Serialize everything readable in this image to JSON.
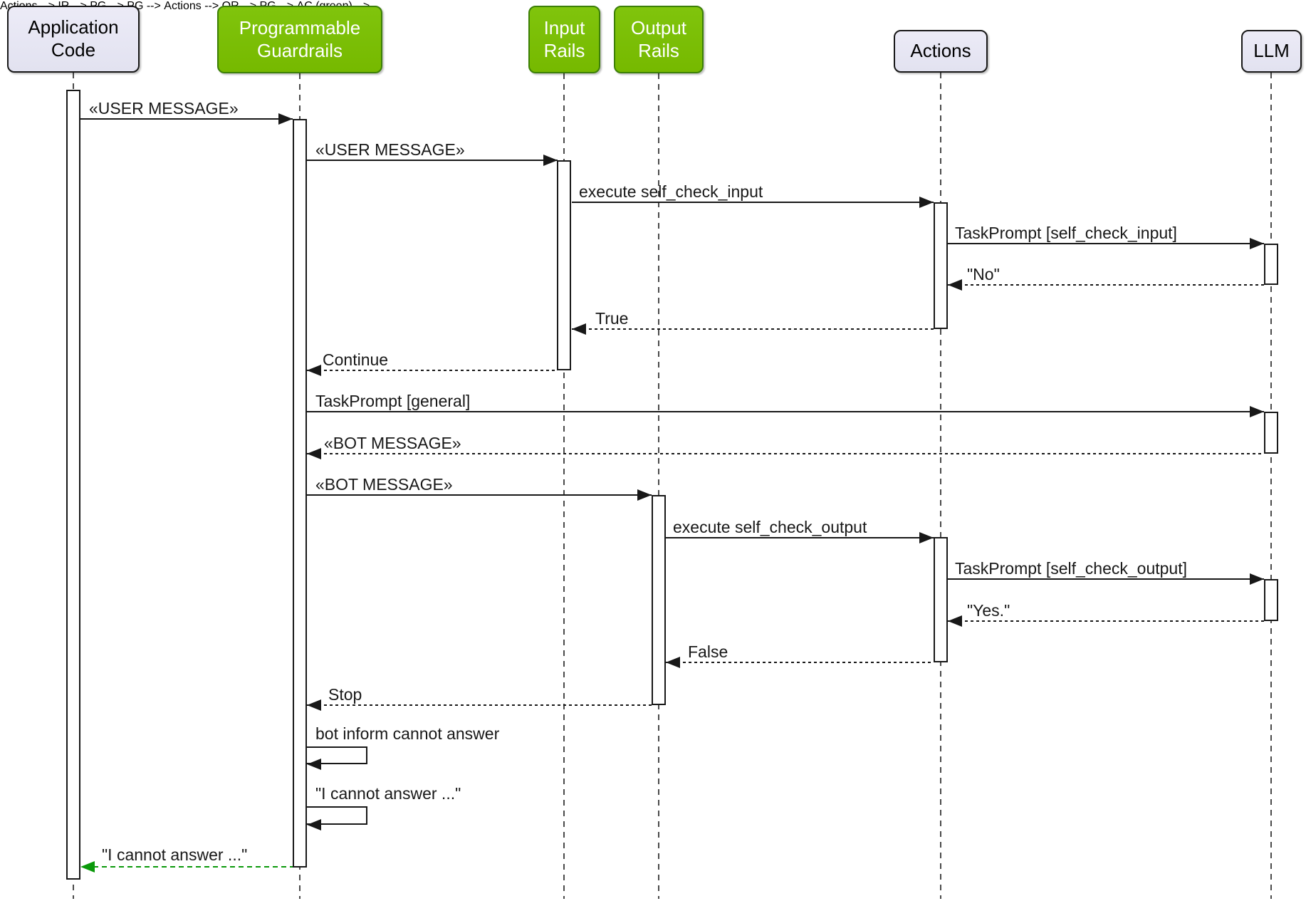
{
  "colors": {
    "participant_neutral_bg": "#e2e2f0",
    "participant_neutral_border": "#181818",
    "participant_green_bg": "#76b900",
    "participant_green_border": "#3c7f07",
    "line": "#181818",
    "lifeline": "#4a4a4a",
    "green_arrow": "#0a990a"
  },
  "participants": [
    {
      "id": "application-code",
      "label": "Application Code",
      "style": "neutral"
    },
    {
      "id": "programmable-guardrails",
      "label": "Programmable Guardrails",
      "style": "green"
    },
    {
      "id": "input-rails",
      "label": "Input Rails",
      "style": "green"
    },
    {
      "id": "output-rails",
      "label": "Output Rails",
      "style": "green"
    },
    {
      "id": "actions",
      "label": "Actions",
      "style": "neutral"
    },
    {
      "id": "llm",
      "label": "LLM",
      "style": "neutral"
    }
  ],
  "messages": [
    {
      "label": "«USER MESSAGE»",
      "from": "Application Code",
      "to": "Programmable Guardrails",
      "kind": "call"
    },
    {
      "label": "«USER MESSAGE»",
      "from": "Programmable Guardrails",
      "to": "Input Rails",
      "kind": "call"
    },
    {
      "label": "execute self_check_input",
      "from": "Input Rails",
      "to": "Actions",
      "kind": "call"
    },
    {
      "label": "TaskPrompt [self_check_input]",
      "from": "Actions",
      "to": "LLM",
      "kind": "call"
    },
    {
      "label": "\"No\"",
      "from": "LLM",
      "to": "Actions",
      "kind": "return"
    },
    {
      "label": "True",
      "from": "Actions",
      "to": "Input Rails",
      "kind": "return"
    },
    {
      "label": "Continue",
      "from": "Input Rails",
      "to": "Programmable Guardrails",
      "kind": "return"
    },
    {
      "label": "TaskPrompt [general]",
      "from": "Programmable Guardrails",
      "to": "LLM",
      "kind": "call"
    },
    {
      "label": "«BOT MESSAGE»",
      "from": "LLM",
      "to": "Programmable Guardrails",
      "kind": "return"
    },
    {
      "label": "«BOT MESSAGE»",
      "from": "Programmable Guardrails",
      "to": "Output Rails",
      "kind": "call"
    },
    {
      "label": "execute self_check_output",
      "from": "Output Rails",
      "to": "Actions",
      "kind": "call"
    },
    {
      "label": "TaskPrompt [self_check_output]",
      "from": "Actions",
      "to": "LLM",
      "kind": "call"
    },
    {
      "label": "\"Yes.\"",
      "from": "LLM",
      "to": "Actions",
      "kind": "return"
    },
    {
      "label": "False",
      "from": "Actions",
      "to": "Output Rails",
      "kind": "return"
    },
    {
      "label": "Stop",
      "from": "Output Rails",
      "to": "Programmable Guardrails",
      "kind": "return"
    },
    {
      "label": "bot inform cannot answer",
      "from": "Programmable Guardrails",
      "to": "Programmable Guardrails",
      "kind": "self"
    },
    {
      "label": "\"I cannot answer ...\"",
      "from": "Programmable Guardrails",
      "to": "Programmable Guardrails",
      "kind": "self"
    },
    {
      "label": "\"I cannot answer ...\"",
      "from": "Programmable Guardrails",
      "to": "Application Code",
      "kind": "return-green"
    }
  ]
}
